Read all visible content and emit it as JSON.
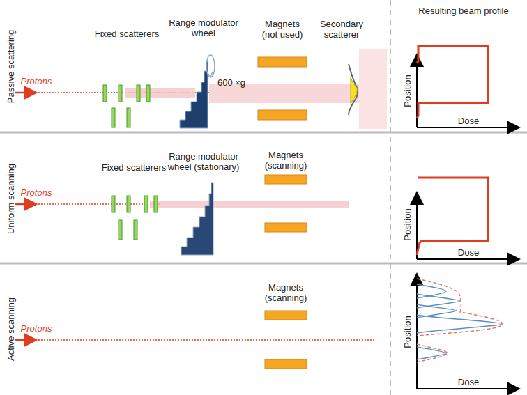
{
  "diagram": {
    "labels": [
      "Resulting beam profile",
      "Passive scattering",
      "Fixed scatterers",
      "Range modulator wheel",
      "Magnets (not used)",
      "Secondary scatterer",
      "Protons",
      "600 ×g",
      "Position",
      "Dose",
      "Uniform scanning",
      "Fixed scatterers",
      "Range modulator wheel (stationary)",
      "Magnets (scanning)",
      "Protons",
      "Position",
      "Dose",
      "Active scanning",
      "Magnets (scanning)",
      "Protons",
      "Position",
      "Dose"
    ]
  }
}
